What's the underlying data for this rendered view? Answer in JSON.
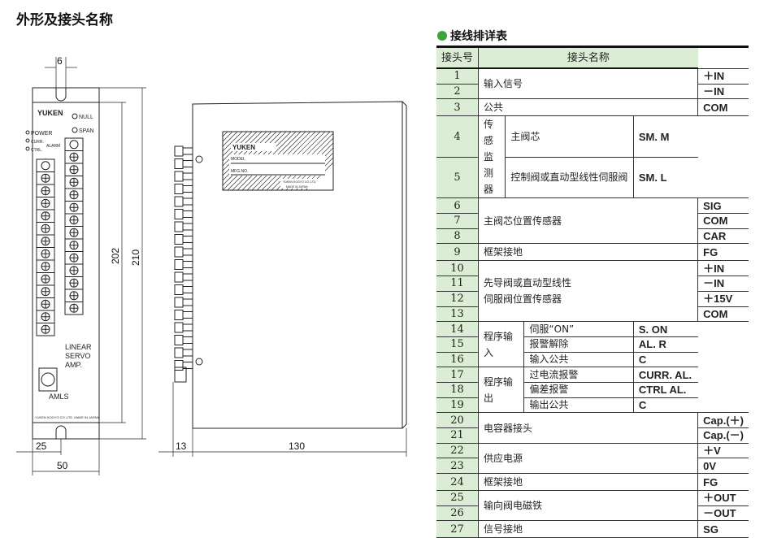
{
  "title": "外形及接头名称",
  "table_title": "接线排详表",
  "headers": {
    "no": "接头号",
    "name": "接头名称"
  },
  "groups": [
    {
      "name": "输入信号",
      "items": [
        {
          "no": "1",
          "signal": "＋IN"
        },
        {
          "no": "2",
          "signal": "－IN"
        }
      ]
    },
    {
      "name": "公共",
      "items": [
        {
          "no": "3",
          "signal": "COM"
        }
      ]
    },
    {
      "name": "传感监测器",
      "items": [
        {
          "no": "4",
          "sub": "主阀芯",
          "signal": "SM. M"
        },
        {
          "no": "5",
          "sub": "控制阀或直动型线性伺服阀",
          "signal": "SM. L"
        }
      ]
    },
    {
      "name": "主阀芯位置传感器",
      "items": [
        {
          "no": "6",
          "signal": "SIG"
        },
        {
          "no": "7",
          "signal": "COM"
        },
        {
          "no": "8",
          "signal": "CAR"
        }
      ]
    },
    {
      "name": "框架接地",
      "items": [
        {
          "no": "9",
          "signal": "FG"
        }
      ]
    },
    {
      "name": "先导阀或直动型线性\n伺服阀位置传感器",
      "items": [
        {
          "no": "10",
          "signal": "＋IN"
        },
        {
          "no": "11",
          "signal": "－IN"
        },
        {
          "no": "12",
          "signal": "＋15V"
        },
        {
          "no": "13",
          "signal": "COM"
        }
      ]
    },
    {
      "name": "程序输入",
      "items": [
        {
          "no": "14",
          "sub": "伺服“ON”",
          "signal": "S. ON"
        },
        {
          "no": "15",
          "sub": "报警解除",
          "signal": "AL. R"
        },
        {
          "no": "16",
          "sub": "输入公共",
          "signal": "C"
        }
      ]
    },
    {
      "name": "程序输出",
      "items": [
        {
          "no": "17",
          "sub": "过电流报警",
          "signal": "CURR. AL."
        },
        {
          "no": "18",
          "sub": "偏差报警",
          "signal": "CTRL AL."
        },
        {
          "no": "19",
          "sub": "输出公共",
          "signal": "C"
        }
      ]
    },
    {
      "name": "电容器接头",
      "items": [
        {
          "no": "20",
          "signal": "Cap.(＋)"
        },
        {
          "no": "21",
          "signal": "Cap.(－)"
        }
      ]
    },
    {
      "name": "供应电源",
      "items": [
        {
          "no": "22",
          "signal": "＋V"
        },
        {
          "no": "23",
          "signal": "0V"
        }
      ]
    },
    {
      "name": "框架接地",
      "items": [
        {
          "no": "24",
          "signal": "FG"
        }
      ]
    },
    {
      "name": "输向阀电磁铁",
      "items": [
        {
          "no": "25",
          "signal": "＋OUT"
        },
        {
          "no": "26",
          "signal": "－OUT"
        }
      ]
    },
    {
      "name": "信号接地",
      "items": [
        {
          "no": "27",
          "signal": "SG"
        }
      ]
    }
  ],
  "front": {
    "brand": "YUKEN",
    "null": "NULL",
    "span": "SPAN",
    "power": "POWER",
    "curr": "CURR.",
    "ctrl": "CTRL.",
    "alarm": "ALARM",
    "product_line1": "LINEAR",
    "product_line2": "SERVO",
    "product_line3": "AMP.",
    "model": "AMLS",
    "maker": "YUKEN KOGYO CO.,LTD.  MADE IN JAPAN"
  },
  "side": {
    "brand": "YUKEN",
    "model": "MODEL",
    "mfg_no": "MFG.NO.",
    "maker": "YUKEN KOGYO CO.,LTD.",
    "origin": "MADE IN JAPAN"
  },
  "dimensions": {
    "slot": "6",
    "inner_height": "202",
    "height": "210",
    "half_width": "25",
    "width": "50",
    "terminal_depth": "13",
    "depth": "130"
  }
}
